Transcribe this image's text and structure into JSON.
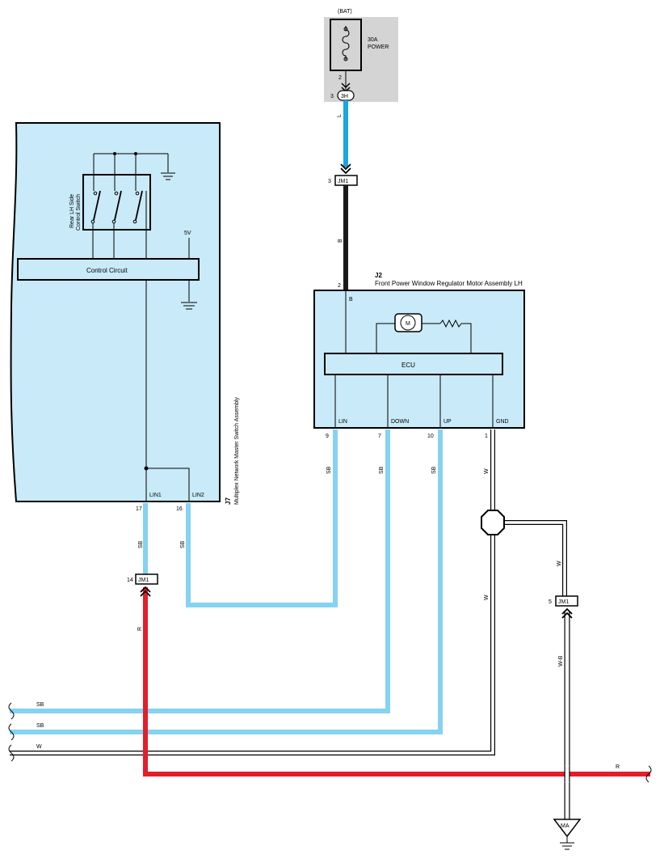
{
  "fuse": {
    "source": "(BAT)",
    "rating": "30A",
    "name": "POWER",
    "pin_top": "2",
    "connector": "3H",
    "connector_pin": "3"
  },
  "wire_colors": {
    "L": "#1aa6e0",
    "B": "#1a1a1a",
    "SB": "#86d2f2",
    "R": "#e31e2b",
    "W": "#ffffff",
    "WB": "#ffffff"
  },
  "panel_fill": "#c9eaf8",
  "fuse_bg": "#d4d4d4",
  "j7": {
    "code": "J7",
    "name": "Multiplex Network Master Switch Assembly",
    "switch_label_1": "Rear LH Side",
    "switch_label_2": "Control Switch",
    "control_circuit": "Control Circuit",
    "voltage": "5V",
    "pin_lin1": "LIN1",
    "pin_lin2": "LIN2",
    "pin_lin1_no": "17",
    "pin_lin2_no": "16"
  },
  "j2": {
    "code": "J2",
    "name": "Front Power Window Regulator Motor Assembly LH",
    "pin_b_no": "2",
    "pin_b": "B",
    "motor": "M",
    "ecu": "ECU",
    "pins": [
      {
        "name": "LIN",
        "no": "9"
      },
      {
        "name": "DOWN",
        "no": "7"
      },
      {
        "name": "UP",
        "no": "10"
      },
      {
        "name": "GND",
        "no": "1"
      }
    ]
  },
  "junctions": {
    "jm1_top": {
      "label": "JM1",
      "pin": "3"
    },
    "jm1_left": {
      "label": "JM1",
      "pin": "14"
    },
    "jm1_right": {
      "label": "JM1",
      "pin": "5"
    }
  },
  "wire_labels": {
    "l": "L",
    "b": "B",
    "sb": "SB",
    "w": "W",
    "r": "R",
    "wb": "W-B"
  },
  "ground": {
    "code": "MA"
  }
}
